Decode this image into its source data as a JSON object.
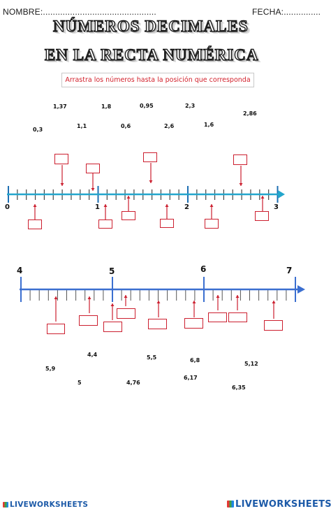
{
  "header": {
    "name_label": "NOMBRE:..............................................",
    "date_label": "FECHA:..............."
  },
  "title": {
    "line1": "NÚMEROS DECIMALES",
    "line2": "EN LA RECTA NUMÉRICA"
  },
  "instruction": "Arrastra los números hasta la posición que corresponda",
  "line1": {
    "labels": [
      "0",
      "1",
      "2",
      "3"
    ],
    "draggables": [
      "1,37",
      "1,8",
      "0,95",
      "2,3",
      "2,86",
      "0,3",
      "1,1",
      "0,6",
      "2,6",
      "1,6"
    ]
  },
  "line2": {
    "labels": [
      "4",
      "5",
      "6",
      "7"
    ],
    "draggables": [
      "4,4",
      "5,5",
      "6,8",
      "5,12",
      "5,9",
      "5",
      "4,76",
      "6,17",
      "6,35"
    ]
  },
  "footer": {
    "left_logo": "LIVEWORKSHEETS",
    "right_logo": "LIVEWORKSHEETS"
  },
  "colors": {
    "line1_axis": "#24a6cc",
    "line2_axis": "#3b6fd0",
    "tick": "#3a3a3a",
    "pointer": "#cc1f2f"
  }
}
